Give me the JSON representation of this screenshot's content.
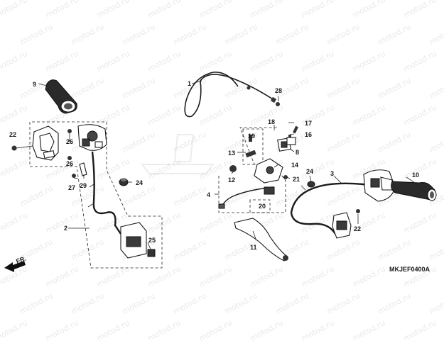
{
  "watermark": {
    "text": "motod.ru"
  },
  "diagram_code": "MKJEF0400A",
  "direction": {
    "label": "FR."
  },
  "callouts": {
    "p1": "1",
    "p2": "2",
    "p3": "3",
    "p4": "4",
    "p8": "8",
    "p9": "9",
    "p10": "10",
    "p11": "11",
    "p12": "12",
    "p13": "13",
    "p14": "14",
    "p16": "16",
    "p17": "17",
    "p18": "18",
    "p19": "19",
    "p20": "20",
    "p21": "21",
    "p22a": "22",
    "p22b": "22",
    "p24a": "24",
    "p24b": "24",
    "p25": "25",
    "p26a": "26",
    "p26b": "26",
    "p27": "27",
    "p28": "28",
    "p29": "29"
  }
}
